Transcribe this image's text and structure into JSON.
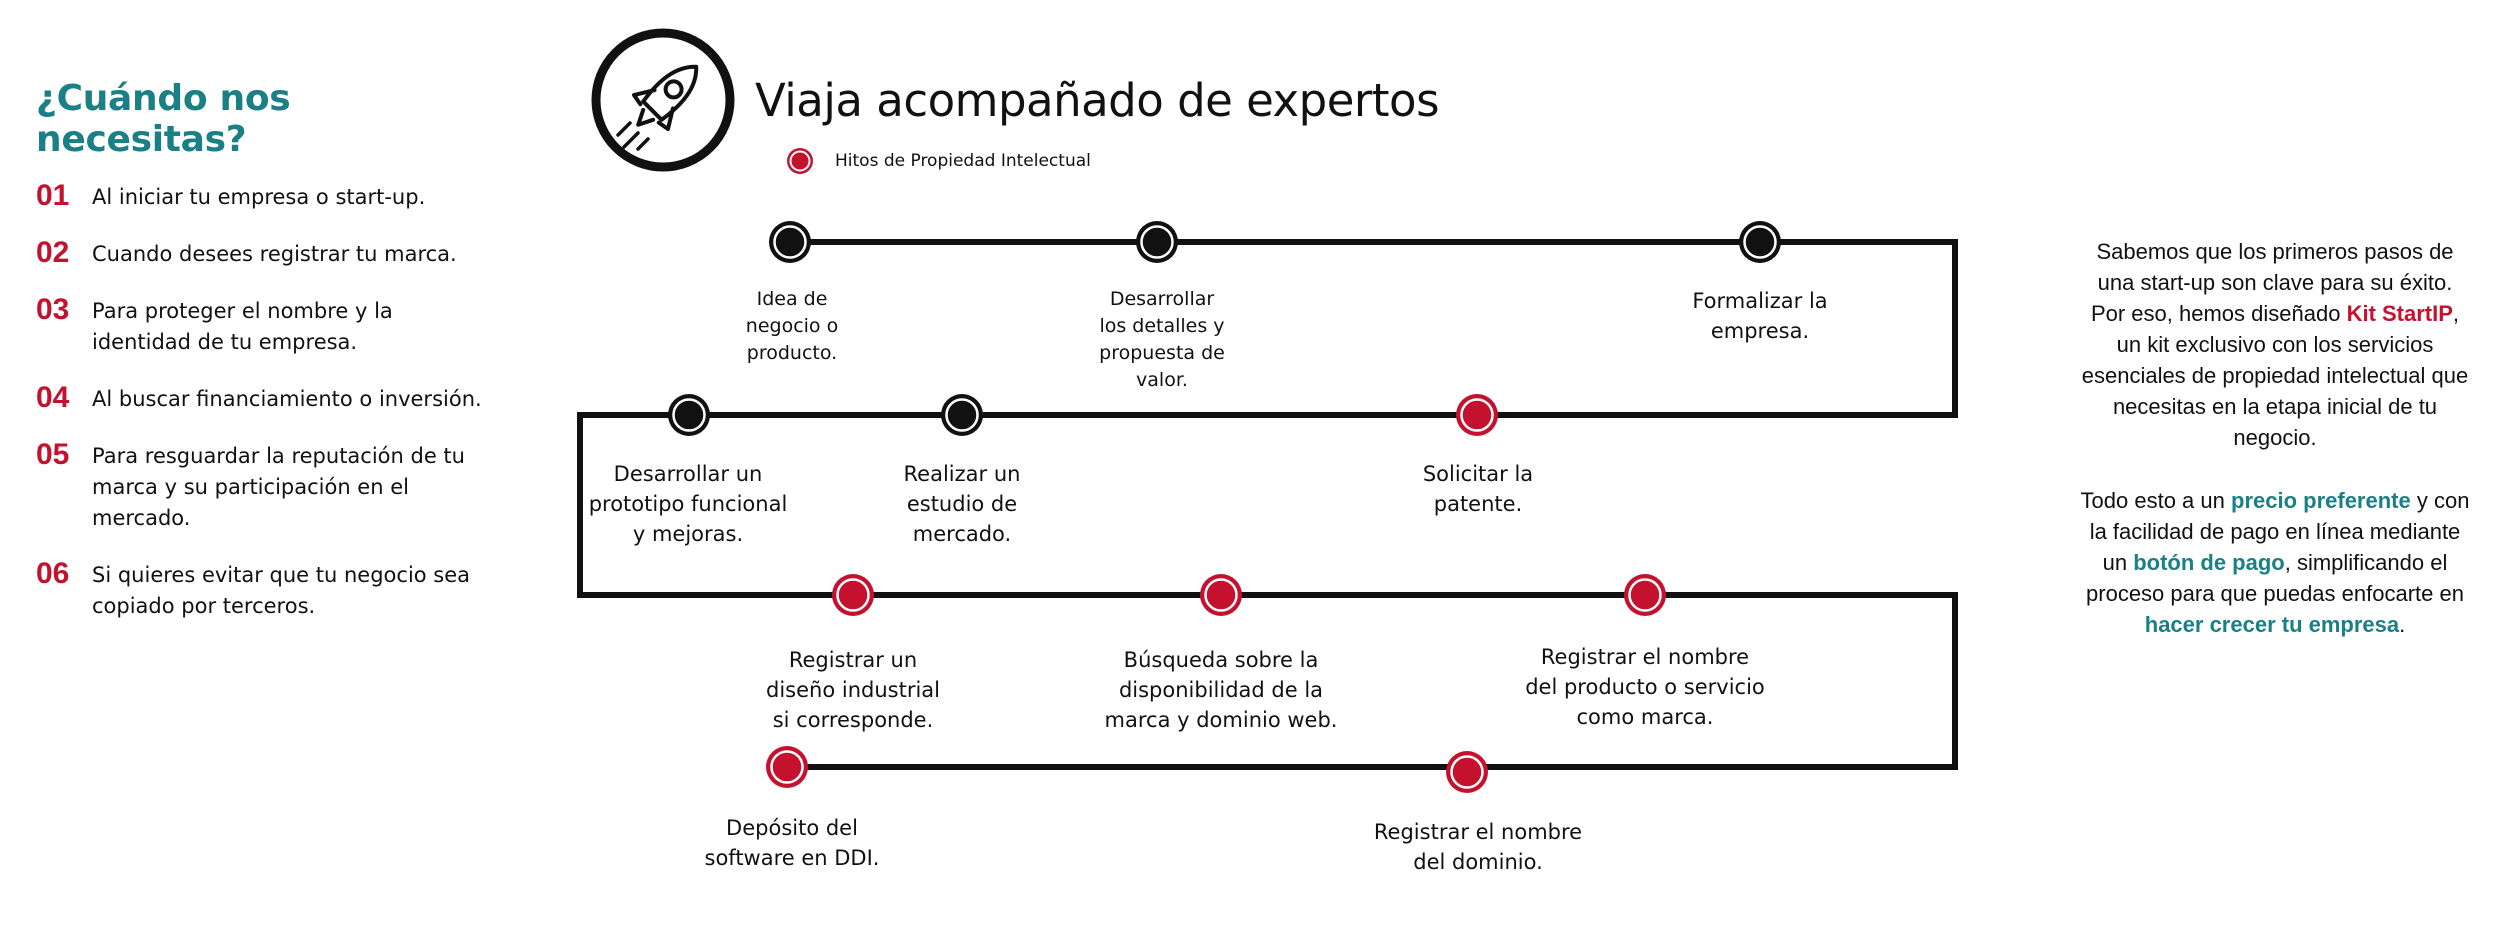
{
  "left": {
    "heading": "¿Cuándo nos necesitas?",
    "items": [
      {
        "num": "01",
        "text": "Al iniciar tu empresa o start-up."
      },
      {
        "num": "02",
        "text": "Cuando desees registrar tu marca."
      },
      {
        "num": "03",
        "text": "Para proteger el nombre y la identidad de tu empresa."
      },
      {
        "num": "04",
        "text": "Al buscar financiamiento o inversión."
      },
      {
        "num": "05",
        "text": "Para resguardar la reputación de tu marca y su participación en el mercado."
      },
      {
        "num": "06",
        "text": "Si quieres evitar que tu negocio sea copiado por terceros."
      }
    ]
  },
  "header": {
    "title": "Viaja acompañado de expertos",
    "icon": "rocket-icon",
    "legend_label": "Hitos de Propiedad Intelectual"
  },
  "colors": {
    "teal": "#1b7f86",
    "red": "#c4122e",
    "black": "#111111"
  },
  "milestones": [
    {
      "label": "Idea de\nnegocio o\nproducto.",
      "ip": false
    },
    {
      "label": "Desarrollar\nlos detalles y\npropuesta de\nvalor.",
      "ip": false
    },
    {
      "label": "Formalizar la\nempresa.",
      "ip": false
    },
    {
      "label": "Desarrollar un\nprototipo funcional\ny mejoras.",
      "ip": false
    },
    {
      "label": "Realizar un\nestudio de\nmercado.",
      "ip": false
    },
    {
      "label": "Solicitar la\npatente.",
      "ip": true
    },
    {
      "label": "Registrar un\ndiseño industrial\nsi corresponde.",
      "ip": true
    },
    {
      "label": "Búsqueda sobre la\ndisponibilidad de la\nmarca y dominio web.",
      "ip": true
    },
    {
      "label": "Registrar el nombre\ndel producto o servicio\ncomo marca.",
      "ip": true
    },
    {
      "label": "Depósito del\nsoftware en DDI.",
      "ip": true
    },
    {
      "label": "Registrar el nombre\ndel dominio.",
      "ip": true
    }
  ],
  "right": {
    "p1_a": "Sabemos que los primeros pasos de una start-up son clave para su éxito. Por eso, hemos diseñado ",
    "p1_hl": "Kit StartIP",
    "p1_b": ", un kit exclusivo con los servicios esenciales de propiedad intelectual que necesitas en la etapa inicial de tu negocio.",
    "p2_a": "Todo esto a un ",
    "p2_hl1": "precio preferente",
    "p2_b": " y con la facilidad de pago en línea mediante un ",
    "p2_hl2": "botón de pago",
    "p2_c": ", simplificando el proceso para que puedas enfocarte en ",
    "p2_hl3": "hacer crecer tu empresa",
    "p2_d": "."
  }
}
